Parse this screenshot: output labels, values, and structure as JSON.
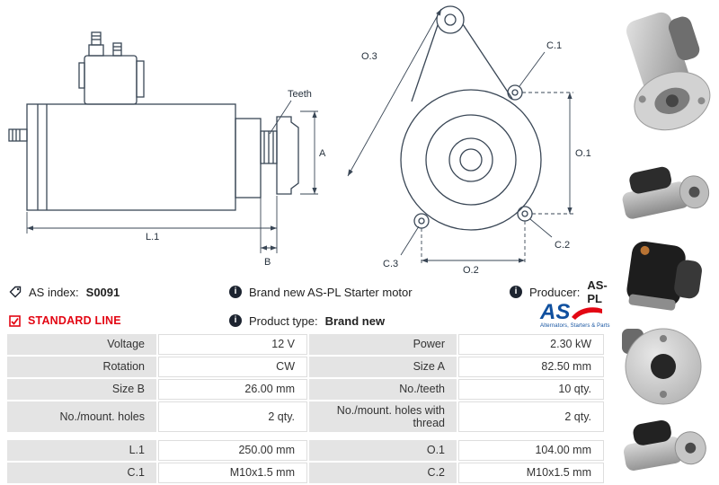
{
  "icons": {
    "info_glyph": "i"
  },
  "header": {
    "as_index_label": "AS index:",
    "as_index_value": "S0091",
    "standard_line": "STANDARD LINE",
    "brand_new_text": "Brand new AS-PL Starter motor",
    "product_type_label": "Product type:",
    "product_type_value": "Brand new",
    "producer_label": "Producer:",
    "producer_value": "AS-PL"
  },
  "logo": {
    "name": "AS",
    "tagline": "Alternators, Starters & Parts"
  },
  "diagram": {
    "side_view": {
      "teeth": "Teeth",
      "a": "A",
      "l1": "L.1",
      "b": "B"
    },
    "front_view": {
      "o3": "O.3",
      "c1": "C.1",
      "o1": "O.1",
      "c3": "C.3",
      "o2": "O.2",
      "c2": "C.2"
    }
  },
  "spec_table": {
    "rows": [
      {
        "label1": "Voltage",
        "value1": "12 V",
        "label2": "Power",
        "value2": "2.30 kW"
      },
      {
        "label1": "Rotation",
        "value1": "CW",
        "label2": "Size A",
        "value2": "82.50 mm"
      },
      {
        "label1": "Size B",
        "value1": "26.00 mm",
        "label2": "No./teeth",
        "value2": "10 qty."
      },
      {
        "label1": "No./mount. holes",
        "value1": "2 qty.",
        "label2": "No./mount. holes with thread",
        "value2": "2 qty."
      },
      {
        "label1": "L.1",
        "value1": "250.00 mm",
        "label2": "O.1",
        "value2": "104.00 mm"
      },
      {
        "label1": "C.1",
        "value1": "M10x1.5 mm",
        "label2": "C.2",
        "value2": "M10x1.5 mm"
      }
    ]
  },
  "colors": {
    "accent_red": "#e30613",
    "logo_blue": "#10509f",
    "table_label_bg": "#e4e4e4",
    "drawing_line": "#3a4756"
  }
}
